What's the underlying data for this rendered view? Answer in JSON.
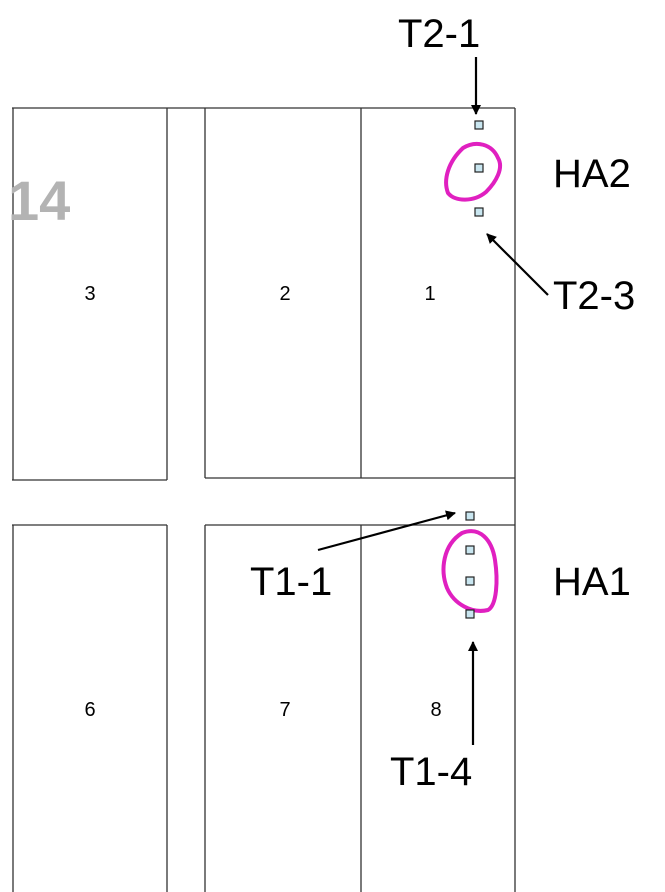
{
  "block_number": "14",
  "plots": {
    "p1": "1",
    "p2": "2",
    "p3": "3",
    "p6": "6",
    "p7": "7",
    "p8": "8"
  },
  "labels": {
    "t2_1": "T2-1",
    "t2_3": "T2-3",
    "ha2": "HA2",
    "t1_1": "T1-1",
    "t1_4": "T1-4",
    "ha1": "HA1"
  },
  "colors": {
    "hazard_outline": "#e020c0",
    "marker_fill": "#c9e6f0"
  }
}
